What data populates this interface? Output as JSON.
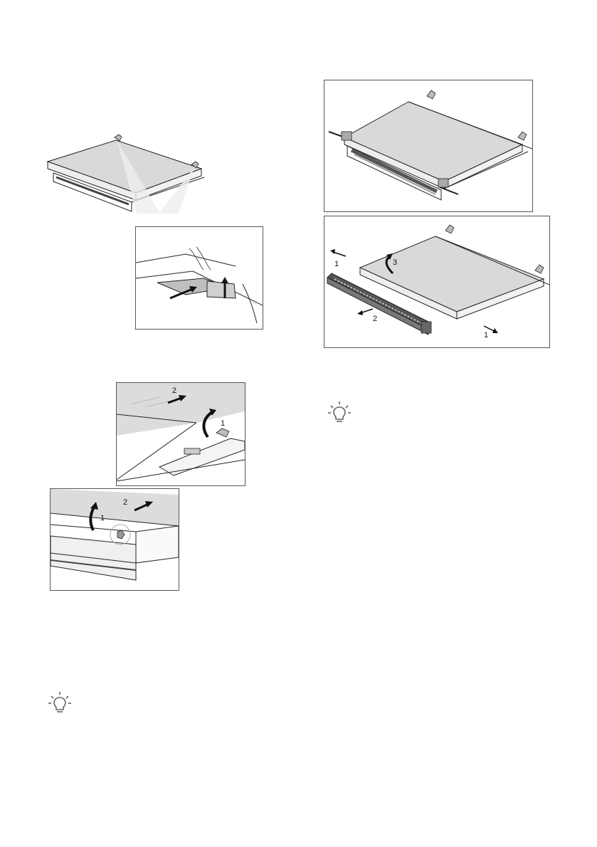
{
  "figures": {
    "fig_a": {
      "callouts": []
    },
    "fig_b": {
      "callouts": []
    },
    "fig_c": {
      "callouts": [
        "2",
        "1"
      ]
    },
    "fig_d": {
      "callouts": [
        "2",
        "1"
      ]
    },
    "fig_e": {
      "callouts": []
    },
    "fig_f": {
      "callouts": [
        "1",
        "3",
        "2",
        "1"
      ]
    }
  },
  "icons": {
    "tip": "lightbulb-tip-icon"
  },
  "colors": {
    "line": "#222222",
    "panel_fill": "#d9d9d9",
    "frame": "#555555"
  }
}
